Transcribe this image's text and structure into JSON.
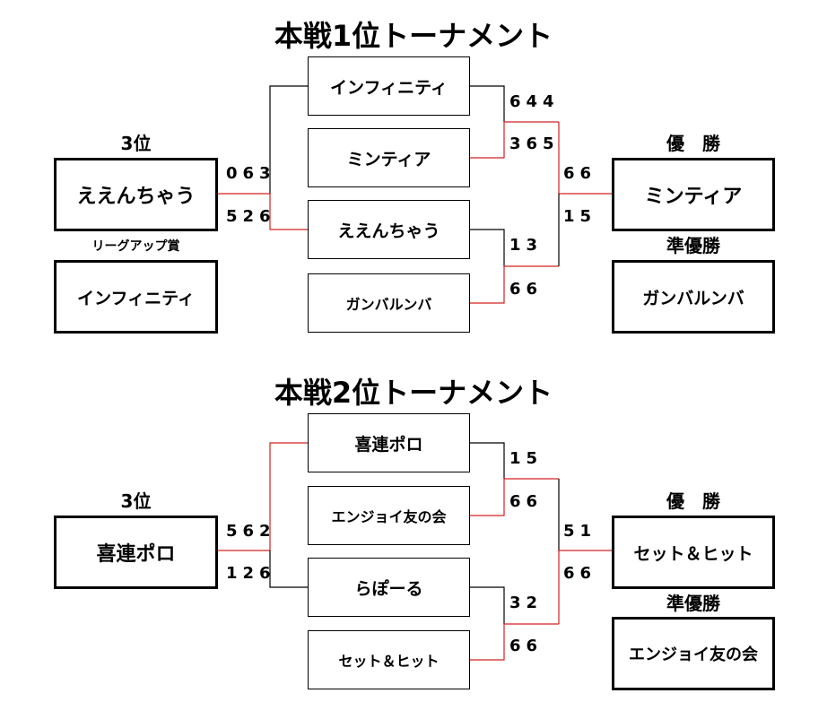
{
  "tournament1": {
    "title": "本戦1位トーナメント",
    "teams": [
      "インフィニティ",
      "ミンティア",
      "ええんちゃう",
      "ガンバルンバ"
    ],
    "scores": {
      "m1_top": "644",
      "m1_bottom": "365",
      "m2_top": "13",
      "m2_bottom": "66",
      "final_top": "66",
      "final_bottom": "15",
      "third_top": "063",
      "third_bottom": "526"
    },
    "third_label": "3位",
    "third_team": "ええんちゃう",
    "special_label": "リーグアップ賞",
    "special_team": "インフィニティ",
    "winner_label": "優　勝",
    "winner_team": "ミンティア",
    "runner_label": "準優勝",
    "runner_team": "ガンバルンバ"
  },
  "tournament2": {
    "title": "本戦2位トーナメント",
    "teams": [
      "喜連ポロ",
      "エンジョイ友の会",
      "らぽーる",
      "セット＆ヒット"
    ],
    "scores": {
      "m1_top": "15",
      "m1_bottom": "66",
      "m2_top": "32",
      "m2_bottom": "66",
      "final_top": "51",
      "final_bottom": "66",
      "third_top": "562",
      "third_bottom": "126"
    },
    "third_label": "3位",
    "third_team": "喜連ポロ",
    "winner_label": "優　勝",
    "winner_team": "セット＆ヒット",
    "runner_label": "準優勝",
    "runner_team": "エンジョイ友の会"
  },
  "colors": {
    "win_line": "#d42020",
    "line": "#000000"
  }
}
